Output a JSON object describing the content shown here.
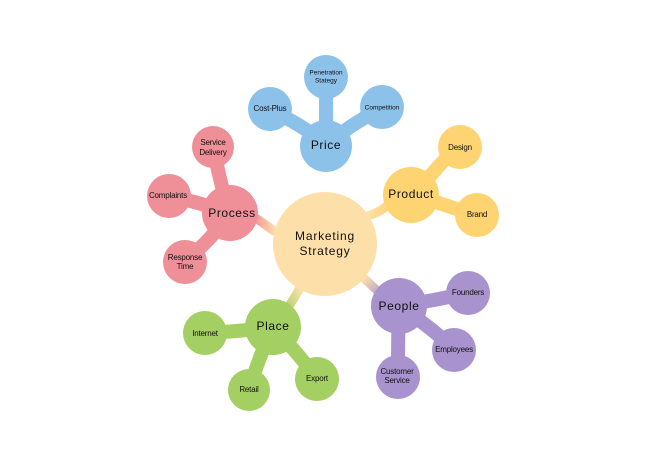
{
  "center": {
    "line1": "Marketing",
    "line2": "Strategy",
    "color": "#fddfaa"
  },
  "branches": {
    "price": {
      "label": "Price",
      "color": "#8cc1ea",
      "children": [
        {
          "label": "Cost-Plus"
        },
        {
          "line1": "Penetration",
          "line2": "Stategy"
        },
        {
          "label": "Competition"
        }
      ]
    },
    "product": {
      "label": "Product",
      "color": "#fed473",
      "children": [
        {
          "label": "Design"
        },
        {
          "label": "Brand"
        }
      ]
    },
    "process": {
      "label": "Process",
      "color": "#ef8f98",
      "children": [
        {
          "line1": "Service",
          "line2": "Delivery"
        },
        {
          "label": "Complaints"
        },
        {
          "line1": "Response",
          "line2": "Time"
        }
      ]
    },
    "place": {
      "label": "Place",
      "color": "#a4cf63",
      "children": [
        {
          "label": "Internet"
        },
        {
          "label": "Retail"
        },
        {
          "label": "Export"
        }
      ]
    },
    "people": {
      "label": "People",
      "color": "#a993cf",
      "children": [
        {
          "label": "Founders"
        },
        {
          "label": "Employees"
        },
        {
          "line1": "Customer",
          "line2": "Service"
        }
      ]
    }
  }
}
